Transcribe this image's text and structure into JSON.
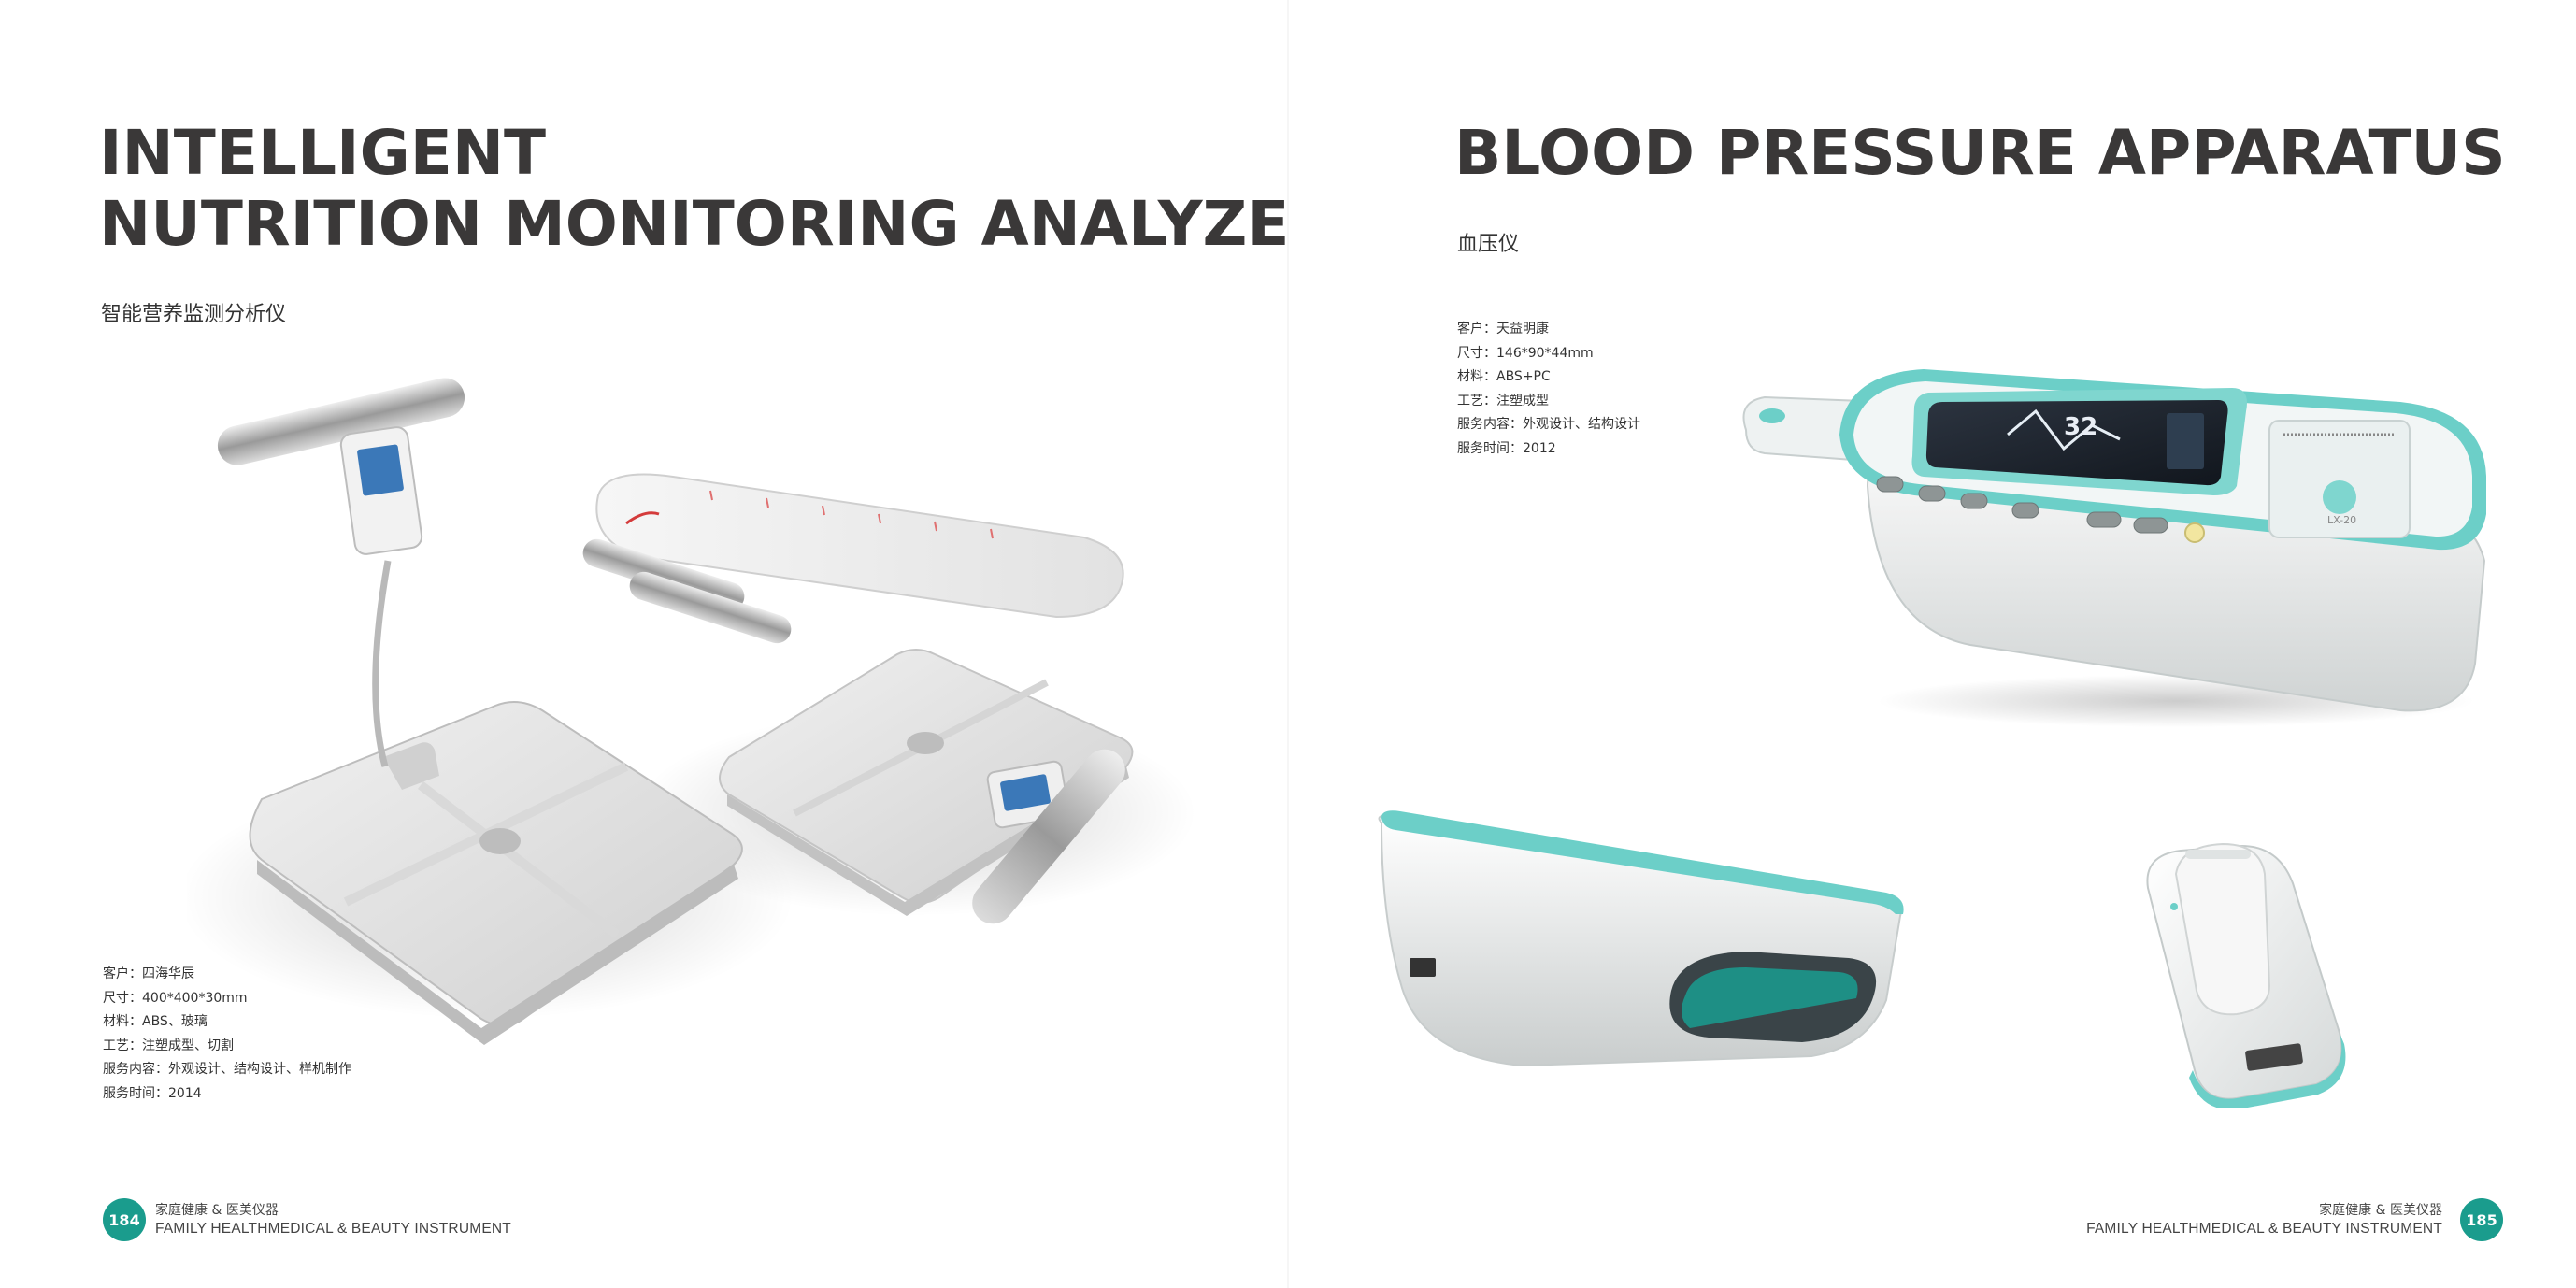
{
  "left_page": {
    "title_line1": "INTELLIGENT",
    "title_line2": "NUTRITION MONITORING ANALYZER",
    "subtitle": "智能营养监测分析仪",
    "specs": [
      "客户：四海华辰",
      "尺寸：400*400*30mm",
      "材料：ABS、玻璃",
      "工艺：注塑成型、切割",
      "服务内容：外观设计、结构设计、样机制作",
      "服务时间：2014"
    ],
    "page_number": "184",
    "footer_cn": "家庭健康 & 医美仪器",
    "footer_en": "FAMILY HEALTHMEDICAL & BEAUTY INSTRUMENT"
  },
  "right_page": {
    "title": "BLOOD PRESSURE APPARATUS",
    "subtitle": "血压仪",
    "specs": [
      "客户：天益明康",
      "尺寸：146*90*44mm",
      "材料：ABS+PC",
      "工艺：注塑成型",
      "服务内容：外观设计、结构设计",
      "服务时间：2012"
    ],
    "device_label": "LX-20",
    "page_number": "185",
    "footer_cn": "家庭健康 & 医美仪器",
    "footer_en": "FAMILY HEALTHMEDICAL & BEAUTY INSTRUMENT"
  },
  "colors": {
    "accent_teal": "#1a9c8d",
    "device_teal": "#6ccfc8",
    "title_gray": "#3a3838"
  }
}
